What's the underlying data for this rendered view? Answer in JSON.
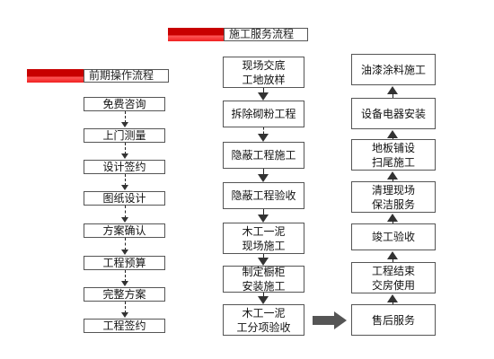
{
  "header": {
    "main_title": "施工服务流程",
    "pre_title": "前期操作流程"
  },
  "pre_steps": [
    "免费咨询",
    "上门测量",
    "设计签约",
    "图纸设计",
    "方案确认",
    "工程预算",
    "完整方案",
    "工程签约"
  ],
  "construction_steps": [
    "现场交底\n工地放样",
    "拆除砌粉工程",
    "隐蔽工程施工",
    "隐蔽工程验收",
    "木工一泥\n现场施工",
    "制定橱柜\n安装施工",
    "木工一泥\n工分项验收"
  ],
  "finishing_steps": [
    "油漆涂料施工",
    "设备电器安装",
    "地板铺设\n扫尾施工",
    "清理现场\n保洁服务",
    "竣工验收",
    "工程结束\n交房使用",
    "售后服务"
  ],
  "colors": {
    "accent": "#c80000",
    "arrow": "#555555",
    "border": "#555555"
  }
}
